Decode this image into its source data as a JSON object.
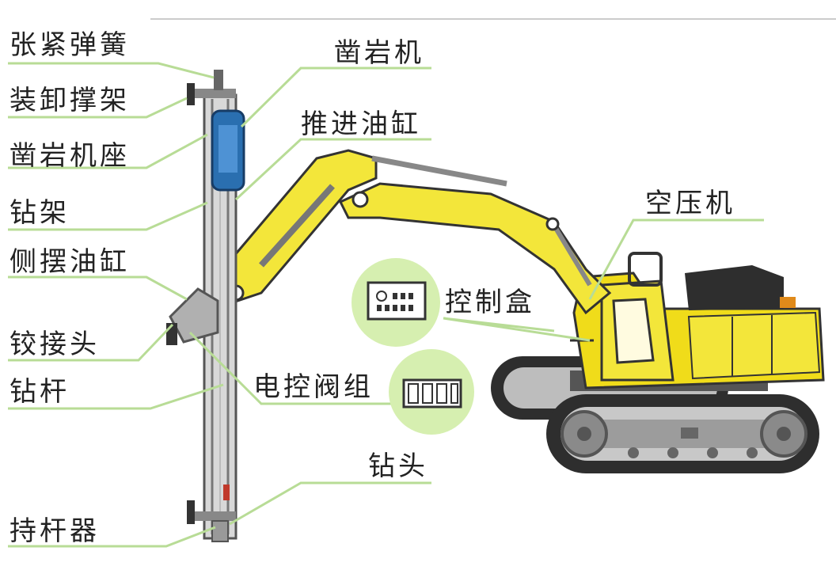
{
  "labels": {
    "tension_spring": "张紧弹簧",
    "loading_bracket": "装卸撑架",
    "rock_drill_seat": "凿岩机座",
    "drill_frame": "钻架",
    "side_swing_cylinder": "侧摆油缸",
    "hinge_joint": "铰接头",
    "drill_rod": "钻杆",
    "rod_holder": "持杆器",
    "rock_drill": "凿岩机",
    "feed_cylinder": "推进油缸",
    "air_compressor": "空压机",
    "control_box": "控制盒",
    "electric_valve_group": "电控阀组",
    "drill_bit": "钻头"
  },
  "colors": {
    "leader_line": "#b8dc96",
    "badge_fill": "#d6efb0",
    "machine_yellow": "#f3e63a",
    "cab_yellow": "#f0dc1a",
    "drill_blue": "#2a6fb0",
    "track_dark": "#2e2e2e",
    "steel_gray": "#9a9a9a"
  },
  "icons": {
    "control_box_badge": "control-panel-icon",
    "valve_group_badge": "valve-block-icon"
  }
}
